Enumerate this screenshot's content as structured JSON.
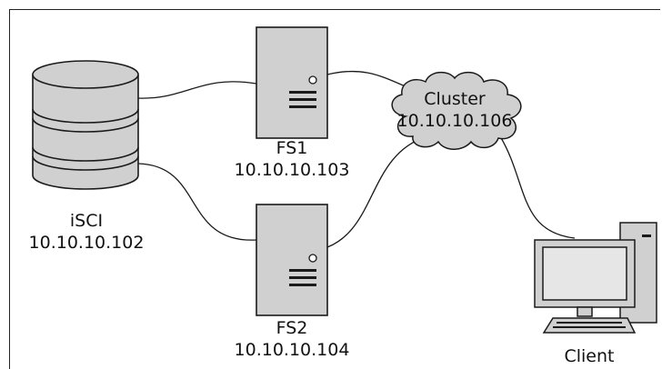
{
  "nodes": {
    "iscsi": {
      "name": "iSCI",
      "ip": "10.10.10.102",
      "icon": "database-icon"
    },
    "fs1": {
      "name": "FS1",
      "ip": "10.10.10.103",
      "icon": "server-icon"
    },
    "fs2": {
      "name": "FS2",
      "ip": "10.10.10.104",
      "icon": "server-icon"
    },
    "cluster": {
      "name": "Cluster",
      "ip": "10.10.10.106",
      "icon": "cloud-icon"
    },
    "client": {
      "name": "Client",
      "icon": "desktop-computer-icon"
    }
  },
  "colors": {
    "fill": "#d0d0d0",
    "stroke": "#1a1a1a",
    "screen": "#e6e6e6"
  }
}
